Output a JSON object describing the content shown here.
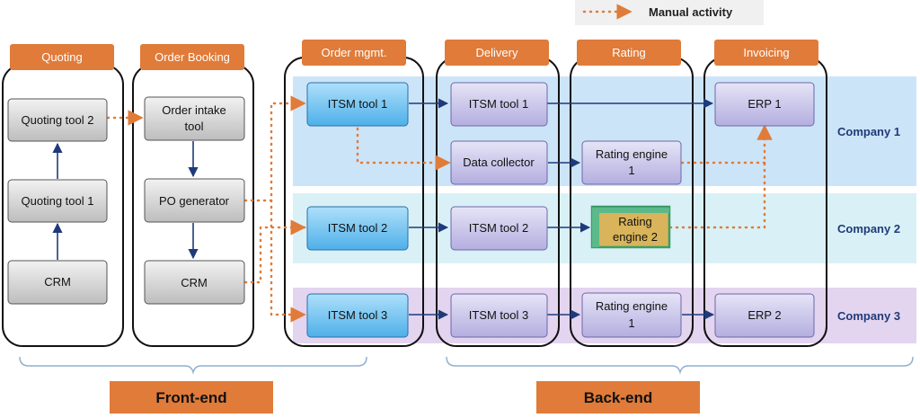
{
  "legend": {
    "manual_activity": "Manual activity"
  },
  "columns": {
    "quoting": "Quoting",
    "order_booking": "Order Booking",
    "order_mgmt": "Order mgmt.",
    "delivery": "Delivery",
    "rating": "Rating",
    "invoicing": "Invoicing"
  },
  "lanes": {
    "company1": "Company  1",
    "company2": "Company  2",
    "company3": "Company  3"
  },
  "boxes": {
    "quoting_tool_2": "Quoting tool 2",
    "quoting_tool_1": "Quoting tool 1",
    "crm_quoting": "CRM",
    "order_intake_1": "Order intake",
    "order_intake_2": "tool",
    "po_generator": "PO generator",
    "crm_order": "CRM",
    "itsm_om_1": "ITSM tool 1",
    "itsm_om_2": "ITSM tool 2",
    "itsm_om_3": "ITSM tool 3",
    "itsm_del_1": "ITSM tool 1",
    "data_collector": "Data collector",
    "itsm_del_2": "ITSM tool 2",
    "itsm_del_3": "ITSM tool 3",
    "rating_engine_1a_l1": "Rating engine",
    "rating_engine_1a_l2": "1",
    "rating_engine_2_l1": "Rating",
    "rating_engine_2_l2": "engine 2",
    "rating_engine_1b_l1": "Rating engine",
    "rating_engine_1b_l2": "1",
    "erp1": "ERP 1",
    "erp2": "ERP 2"
  },
  "sections": {
    "front_end": "Front-end",
    "back_end": "Back-end"
  },
  "colors": {
    "orange": "#e07b39",
    "navy": "#1f3a7a",
    "lane1": "#cce4f7",
    "lane2": "#d9f1f6",
    "lane3": "#e3d4ef",
    "blue_box": "#6cc0ef",
    "lilac_box": "#c9c6ea",
    "gray_box": "#cfcfcf",
    "rating2_box": "#d9b45a"
  }
}
